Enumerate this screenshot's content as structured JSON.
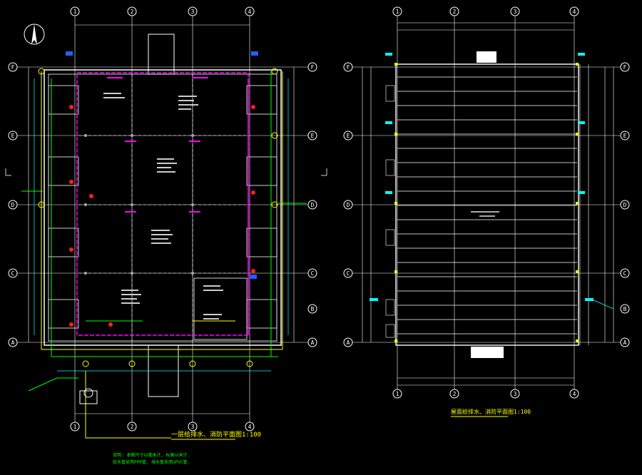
{
  "plans": [
    {
      "id": "plan-left",
      "title": "一层给排水、消防平面图1:100",
      "grid_numbers": [
        "1",
        "2",
        "3",
        "4"
      ],
      "grid_letters": [
        "F",
        "E",
        "D",
        "C",
        "B",
        "A"
      ],
      "dimensions_top": [
        "",
        "",
        "",
        ""
      ],
      "notes": [
        "说明: 本图尺寸以毫米计, 标高以米计.",
        "给水管采用PPR管, 排水管采用UPVC管."
      ]
    },
    {
      "id": "plan-right",
      "title": "屋面给排水、消防平面图1:100",
      "grid_numbers": [
        "1",
        "2",
        "3",
        "4"
      ],
      "grid_letters": [
        "F",
        "E",
        "D",
        "C",
        "B",
        "A"
      ]
    }
  ],
  "colors": {
    "background": "#000000",
    "grid": "#ffffff",
    "wall": "#ffffff",
    "water_supply": "#00ff00",
    "drainage": "#ffff00",
    "fire": "#ff00ff",
    "dim": "#00ffff",
    "red": "#ff2020",
    "blue": "#2060ff"
  }
}
